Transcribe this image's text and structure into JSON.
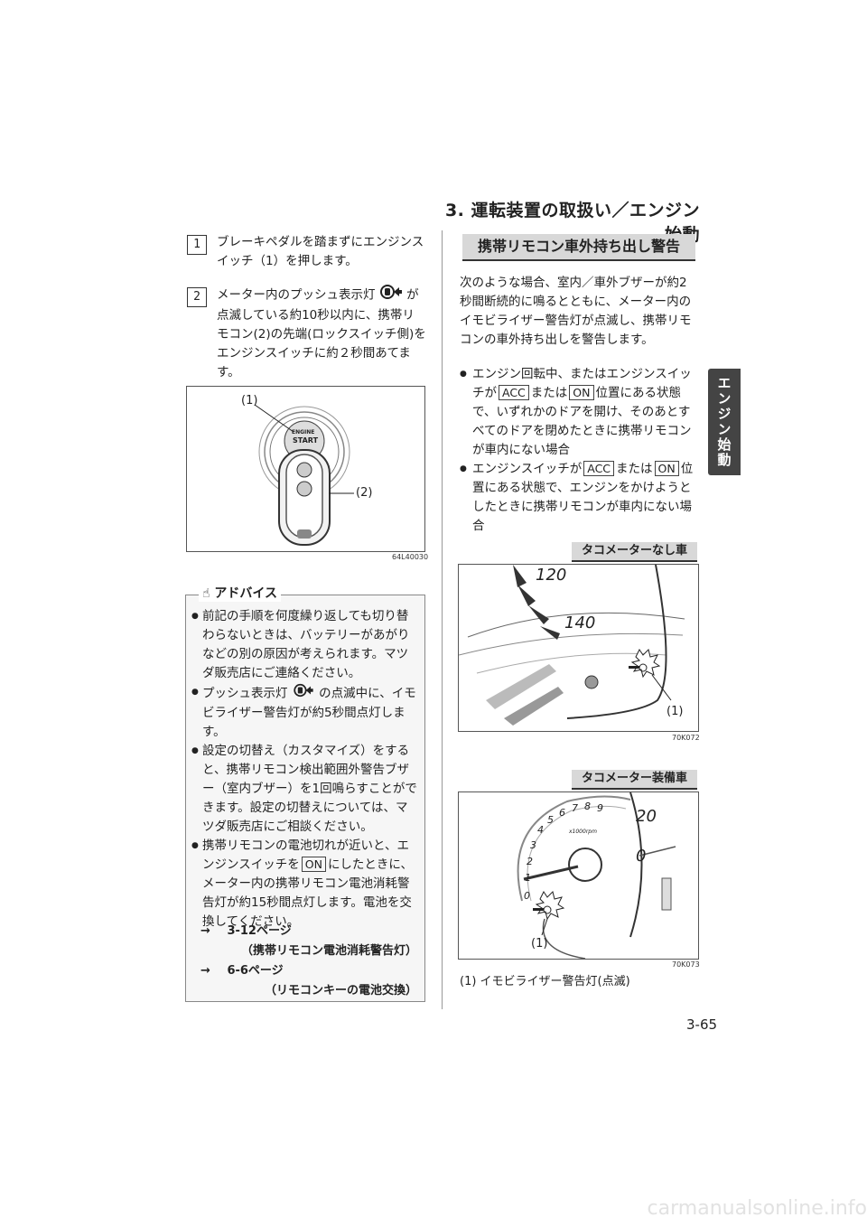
{
  "header": {
    "title": "3. 運転装置の取扱い／エンジン始動"
  },
  "side_tab": {
    "label": "エンジン始動"
  },
  "steps": [
    {
      "num": "1",
      "text": "ブレーキペダルを踏まずにエンジンスイッチ（1）を押します。"
    },
    {
      "num": "2",
      "text_a": "メーター内のプッシュ表示灯",
      "text_b": "が点滅している約10秒以内に、携帯リモコン(2)の先端(ロックスイッチ側)をエンジンスイッチに約２秒間あてます。"
    }
  ],
  "figure1": {
    "label1": "(1)",
    "label2": "(2)",
    "code": "64L40030",
    "engine_text_1": "ENGINE",
    "engine_text_2": "START"
  },
  "advice": {
    "title": "アドバイス",
    "items": [
      "前記の手順を何度繰り返しても切り替わらないときは、バッテリーがあがりなどの別の原因が考えられます。マツダ販売店にご連絡ください。",
      "プッシュ表示灯",
      "の点滅中に、イモビライザー警告灯が約5秒間点灯します。",
      "設定の切替え（カスタマイズ）をすると、携帯リモコン検出範囲外警告ブザー（室内ブザー）を1回鳴らすことができます。設定の切替えについては、マツダ販売店にご相談ください。",
      "携帯リモコンの電池切れが近いと、エンジンスイッチを",
      "にしたときに、メーター内の携帯リモコン電池消耗警告灯が約15秒間点灯します。電池を交換してください。"
    ],
    "on_key": "ON",
    "ref1_arrow": "→",
    "ref1_page": "3-12ページ",
    "ref1_title": "（携帯リモコン電池消耗警告灯）",
    "ref2_arrow": "→",
    "ref2_page": "6-6ページ",
    "ref2_title": "（リモコンキーの電池交換）"
  },
  "section": {
    "title": "携帯リモコン車外持ち出し警告",
    "intro": "次のような場合、室内／車外ブザーが約2秒間断続的に鳴るとともに、メーター内のイモビライザー警告灯が点滅し、携帯リモコンの車外持ち出しを警告します。",
    "bullet1_a": "エンジン回転中、またはエンジンスイッチが",
    "bullet1_key1": "ACC",
    "bullet1_mid": "または",
    "bullet1_key2": "ON",
    "bullet1_b": "位置にある状態で、いずれかのドアを開け、そのあとすべてのドアを閉めたときに携帯リモコンが車内にない場合",
    "bullet2_a": "エンジンスイッチが",
    "bullet2_key1": "ACC",
    "bullet2_mid": "または",
    "bullet2_key2": "ON",
    "bullet2_b": "位置にある状態で、エンジンをかけようとしたときに携帯リモコンが車内にない場合"
  },
  "figure2": {
    "box_label": "タコメーターなし車",
    "num_120": "120",
    "num_140": "140",
    "label": "(1)",
    "code": "70K072"
  },
  "figure3": {
    "box_label": "タコメーター装備車",
    "ticks": [
      "0",
      "1",
      "2",
      "3",
      "4",
      "5",
      "6",
      "7",
      "8",
      "9"
    ],
    "unit": "x1000rpm",
    "num_20": "20",
    "num_0": "0",
    "label": "(1)",
    "code": "70K073"
  },
  "caption": "(1) イモビライザー警告灯(点滅)",
  "page_number": "3-65",
  "watermark": "carmanualsonline.info"
}
